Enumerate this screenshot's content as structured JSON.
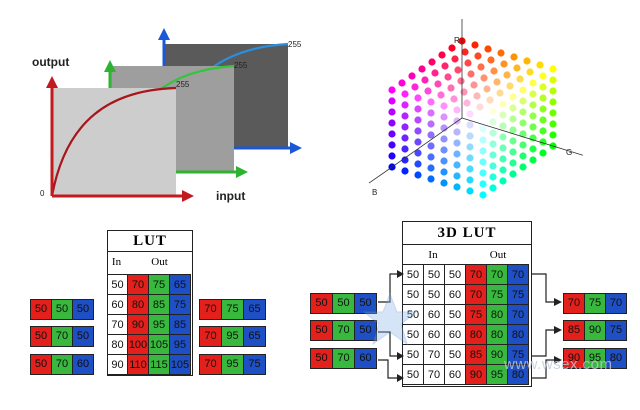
{
  "curves": {
    "output_label": "output",
    "input_label": "input",
    "origin_label": "0",
    "value_labels": [
      "255",
      "255",
      "255"
    ]
  },
  "cube": {
    "axis_r": "R",
    "axis_g": "G",
    "axis_b": "B"
  },
  "lut": {
    "title": "LUT",
    "in_header": "In",
    "out_header": "Out",
    "in_values": [
      "50",
      "60",
      "70",
      "80",
      "90"
    ],
    "out_rows": [
      [
        "70",
        "75",
        "65"
      ],
      [
        "80",
        "85",
        "75"
      ],
      [
        "90",
        "95",
        "85"
      ],
      [
        "100",
        "105",
        "95"
      ],
      [
        "110",
        "115",
        "105"
      ]
    ],
    "input_pixels": [
      [
        "50",
        "50",
        "50"
      ],
      [
        "50",
        "70",
        "50"
      ],
      [
        "50",
        "70",
        "60"
      ]
    ],
    "output_pixels": [
      [
        "70",
        "75",
        "65"
      ],
      [
        "70",
        "95",
        "65"
      ],
      [
        "70",
        "95",
        "75"
      ]
    ]
  },
  "lut3d": {
    "title": "3D LUT",
    "in_header": "In",
    "out_header": "Out",
    "rows": [
      [
        "50",
        "50",
        "50",
        "70",
        "70",
        "70"
      ],
      [
        "50",
        "50",
        "60",
        "70",
        "75",
        "75"
      ],
      [
        "50",
        "60",
        "50",
        "75",
        "80",
        "70"
      ],
      [
        "50",
        "60",
        "60",
        "80",
        "80",
        "80"
      ],
      [
        "50",
        "70",
        "50",
        "85",
        "90",
        "75"
      ],
      [
        "50",
        "70",
        "60",
        "90",
        "95",
        "80"
      ]
    ],
    "input_pixels": [
      [
        "50",
        "50",
        "50"
      ],
      [
        "50",
        "70",
        "50"
      ],
      [
        "50",
        "70",
        "60"
      ]
    ],
    "output_pixels": [
      [
        "70",
        "75",
        "70"
      ],
      [
        "85",
        "90",
        "75"
      ],
      [
        "90",
        "95",
        "80"
      ]
    ]
  },
  "watermark": {
    "text": "www.wsex.com"
  },
  "colors": {
    "red": "#e3201b",
    "green": "#38b93e",
    "blue": "#1f4fc4"
  }
}
